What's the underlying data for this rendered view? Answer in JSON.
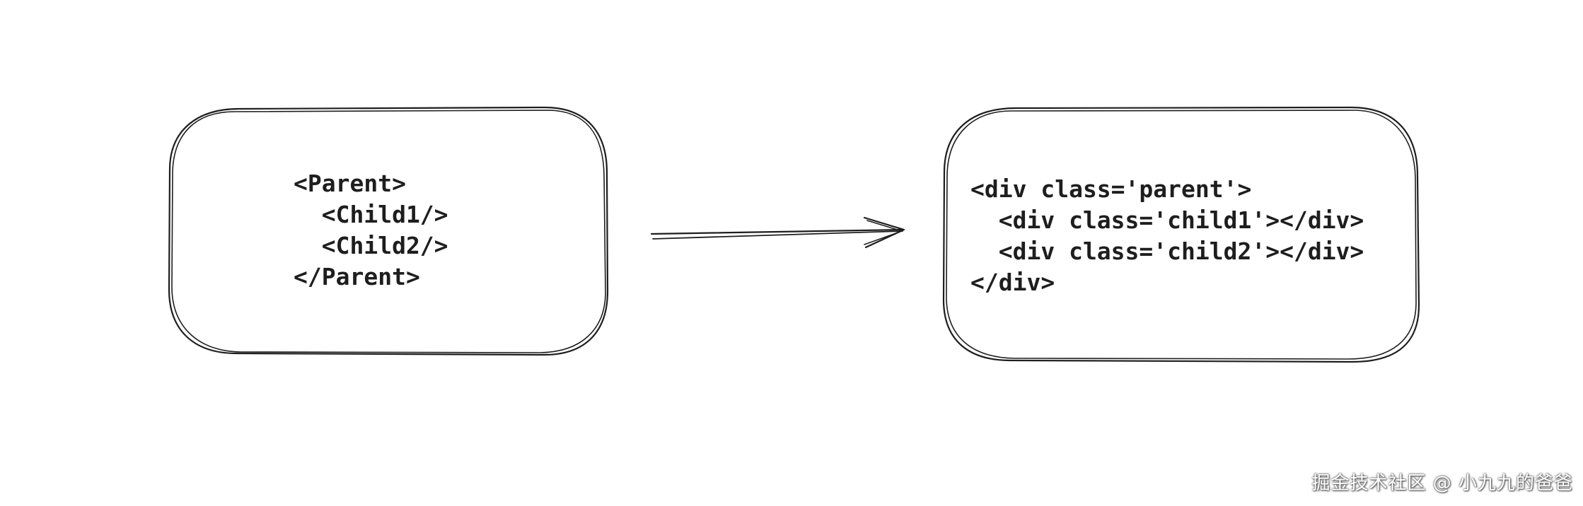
{
  "left_box": {
    "lines": [
      "<Parent>",
      "  <Child1/>",
      "  <Child2/>",
      "</Parent>"
    ]
  },
  "right_box": {
    "lines": [
      "<div class='parent'>",
      "  <div class='child1'></div>",
      "  <div class='child2'></div>",
      "</div>"
    ]
  },
  "watermark": "掘金技术社区 @ 小九九的爸爸",
  "colors": {
    "stroke": "#1e1e1e",
    "background": "#ffffff"
  }
}
